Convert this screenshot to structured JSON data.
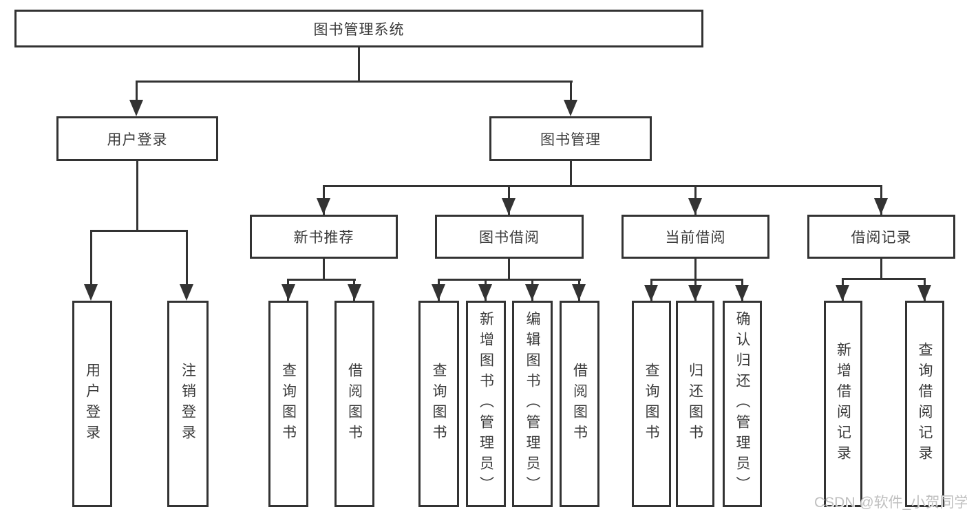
{
  "nodes": {
    "root": "图书管理系统",
    "user_login": "用户登录",
    "book_mgmt": "图书管理",
    "new_book_rec": "新书推荐",
    "book_borrow": "图书借阅",
    "current_borrow": "当前借阅",
    "borrow_record": "借阅记录",
    "leaves_user_login": [
      "用户登录",
      "注销登录"
    ],
    "leaves_new_book_rec": [
      "查询图书",
      "借阅图书"
    ],
    "leaves_book_borrow": [
      "查询图书",
      "新增图书（管理员）",
      "编辑图书（管理员）",
      "借阅图书"
    ],
    "leaves_current_borrow": [
      "查询图书",
      "归还图书",
      "确认归还（管理员）"
    ],
    "leaves_borrow_record": [
      "新增借阅记录",
      "查询借阅记录"
    ]
  },
  "watermark": {
    "text": "CSDN @软件_小贺同学"
  },
  "colors": {
    "line": "#333333",
    "text": "#3a3a3a",
    "watermark": "#bfbfbf",
    "background": "#ffffff"
  }
}
